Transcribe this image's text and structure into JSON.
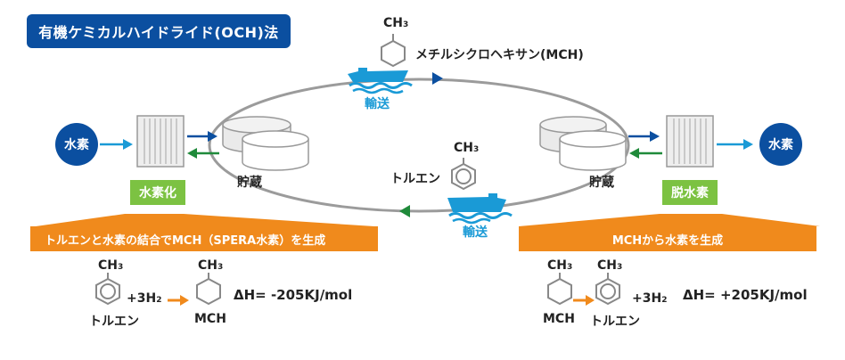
{
  "title": "有機ケミカルハイドライド(OCH)法",
  "top_molecule": {
    "group": "CH",
    "group_sub": "3",
    "name": "メチルシクロヘキサン(MCH)"
  },
  "mid_molecule": {
    "group": "CH",
    "group_sub": "3",
    "name": "トルエン"
  },
  "transport_top": "輸送",
  "transport_bottom": "輸送",
  "left": {
    "hydrogen": "水素",
    "process": "水素化",
    "storage": "貯蔵"
  },
  "right": {
    "hydrogen": "水素",
    "process": "脱水素",
    "storage": "貯蔵"
  },
  "colors": {
    "navy": "#0b4fa0",
    "green": "#7cc242",
    "orange": "#f08a1c",
    "cyan": "#1a9ad6",
    "dark_green": "#1f8a3a",
    "panel_bg": "#fdf3e5"
  },
  "panel_left": {
    "heading": "トルエンと水素の結合でMCH（SPERA水素）を生成",
    "reactant_group": "CH",
    "reactant_group_sub": "3",
    "reactant_name": "トルエン",
    "plus": "+3H",
    "plus_sub": "2",
    "product_group": "CH",
    "product_group_sub": "3",
    "product_name": "MCH",
    "enthalpy": "ΔH= -205KJ/mol"
  },
  "panel_right": {
    "heading": "MCHから水素を生成",
    "reactant_group": "CH",
    "reactant_group_sub": "3",
    "reactant_name": "MCH",
    "product_group": "CH",
    "product_group_sub": "3",
    "product_name": "トルエン",
    "plus": "+3H",
    "plus_sub": "2",
    "enthalpy": "ΔH= +205KJ/mol"
  }
}
